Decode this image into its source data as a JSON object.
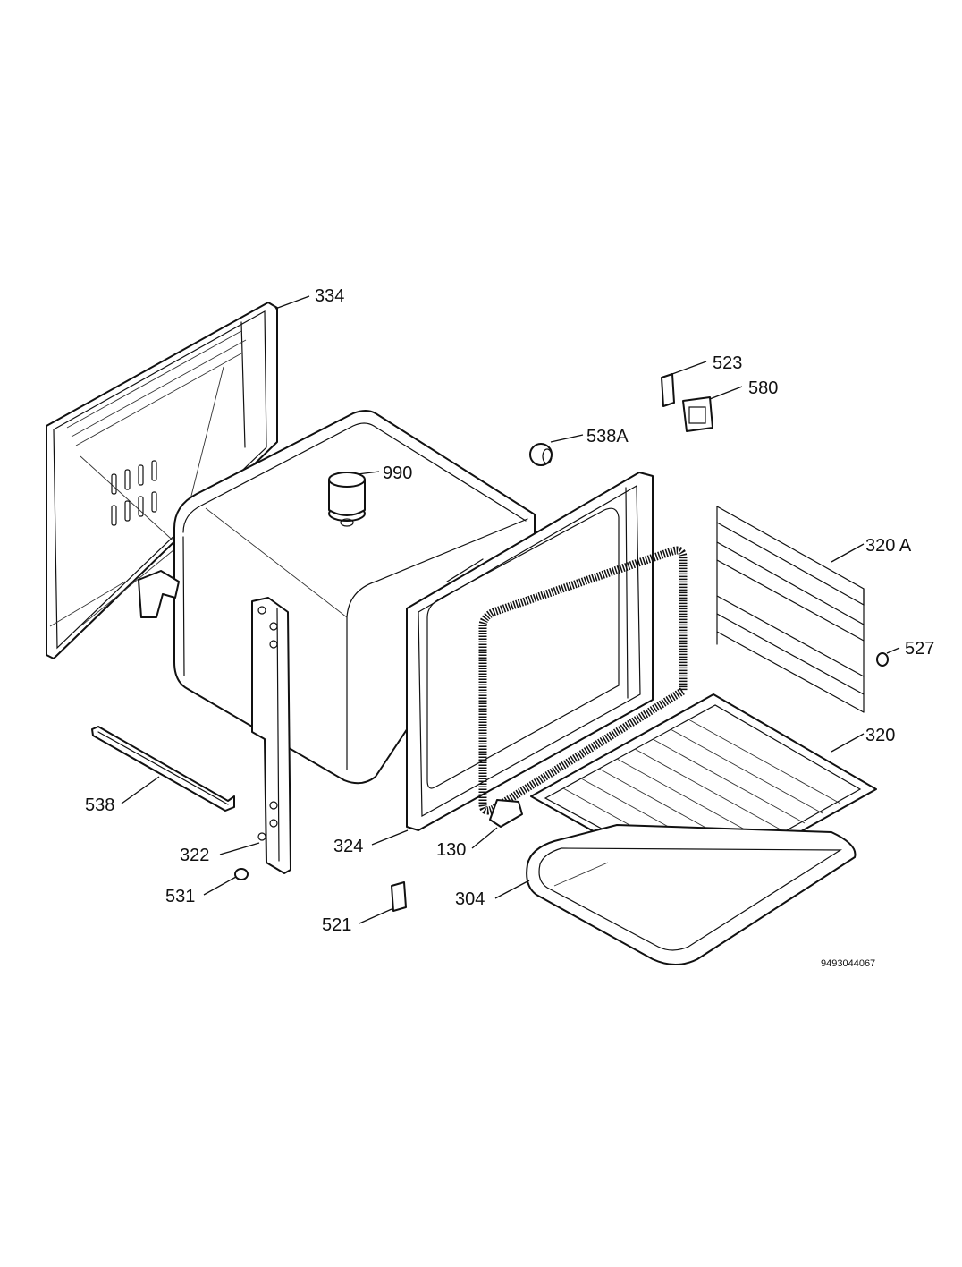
{
  "diagram": {
    "document_number": "9493044067",
    "callouts": [
      {
        "id": "334",
        "label": "334"
      },
      {
        "id": "523",
        "label": "523"
      },
      {
        "id": "580",
        "label": "580"
      },
      {
        "id": "538A",
        "label": "538A"
      },
      {
        "id": "990",
        "label": "990"
      },
      {
        "id": "320A",
        "label": "320 A"
      },
      {
        "id": "527",
        "label": "527"
      },
      {
        "id": "320",
        "label": "320"
      },
      {
        "id": "538",
        "label": "538"
      },
      {
        "id": "322",
        "label": "322"
      },
      {
        "id": "324",
        "label": "324"
      },
      {
        "id": "130",
        "label": "130"
      },
      {
        "id": "531",
        "label": "531"
      },
      {
        "id": "304",
        "label": "304"
      },
      {
        "id": "521",
        "label": "521"
      }
    ]
  }
}
